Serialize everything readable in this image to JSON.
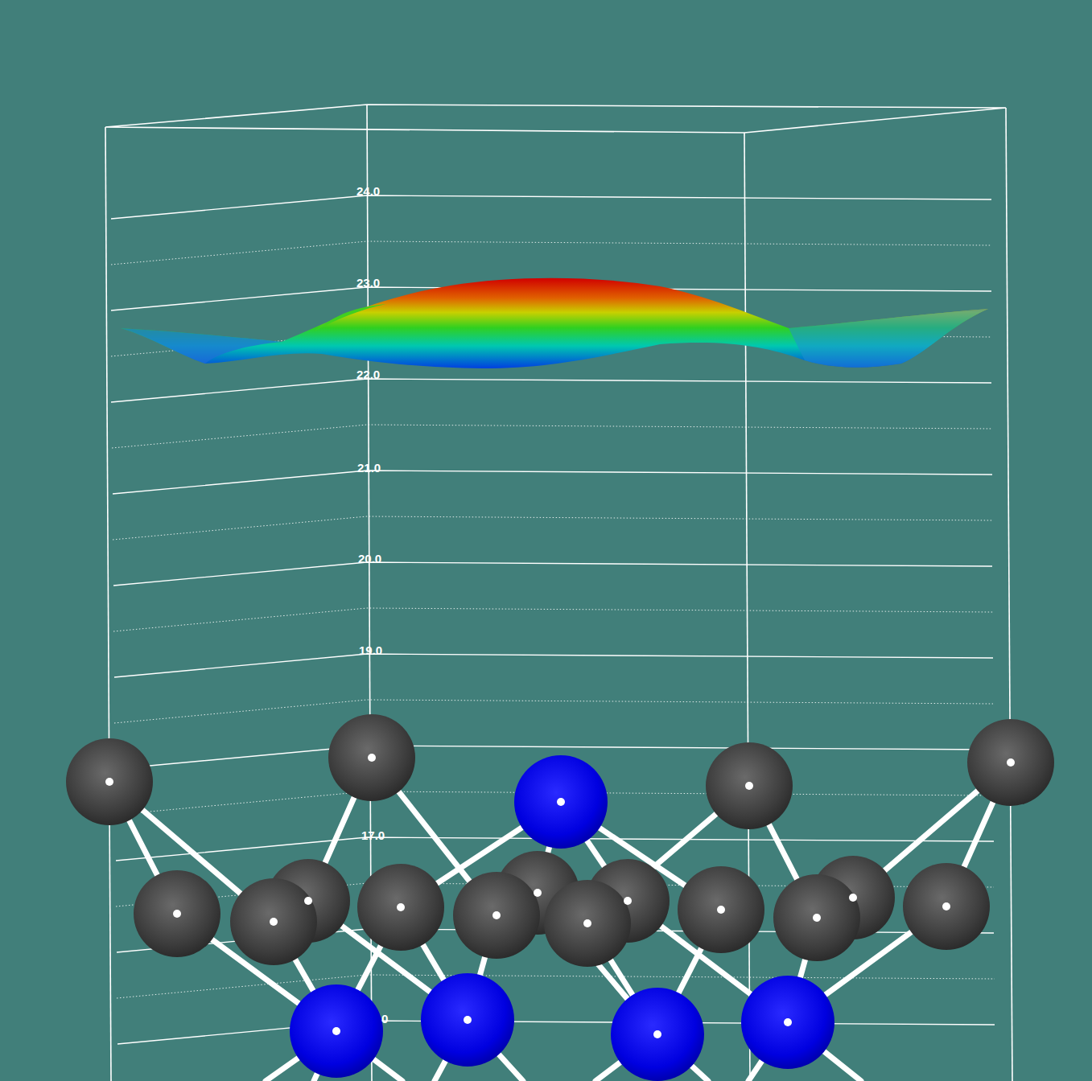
{
  "diagram": {
    "labels": [
      "24.0",
      "23.0",
      "22.0",
      "21.0",
      "20.0",
      "19.0",
      "17.0",
      "0"
    ]
  }
}
